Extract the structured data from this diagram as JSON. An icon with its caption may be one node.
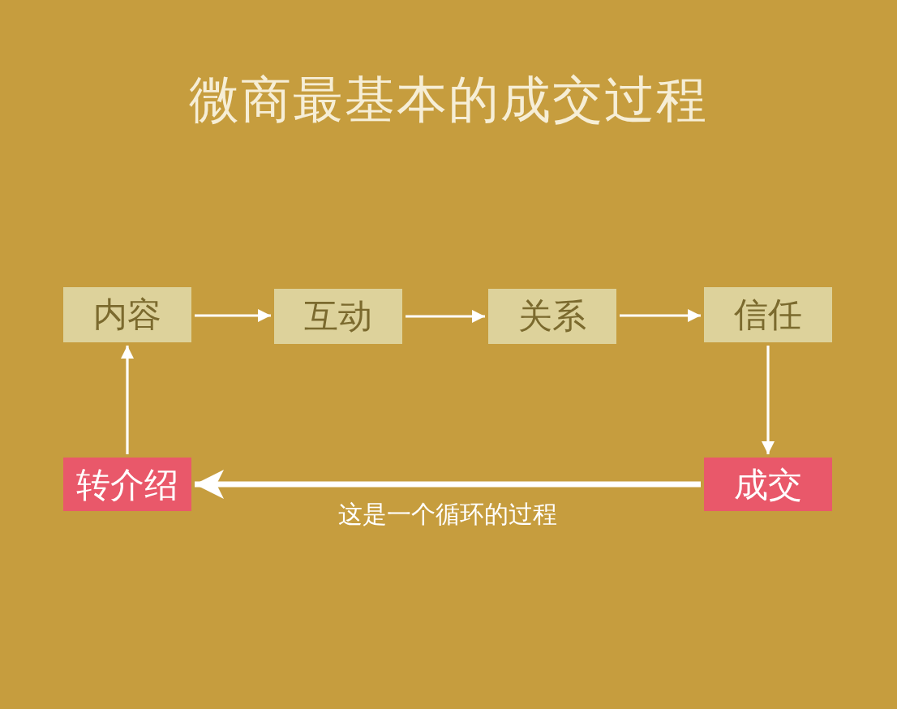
{
  "diagram": {
    "title": "微商最基本的成交过程",
    "nodes": [
      {
        "text": [
          "内容"
        ]
      },
      {
        "text": [
          "互动"
        ]
      },
      {
        "text": [
          "关系"
        ]
      },
      {
        "text": [
          "信任"
        ]
      },
      {
        "text": [
          "成交"
        ]
      },
      {
        "text": [
          "转介绍"
        ]
      }
    ],
    "edges": [
      {
        "from": 0,
        "to": 1,
        "arrow": "to"
      },
      {
        "from": 1,
        "to": 2,
        "arrow": "to"
      },
      {
        "from": 2,
        "to": 3,
        "arrow": "to"
      },
      {
        "from": 3,
        "to": 4,
        "arrow": "to"
      },
      {
        "from": 4,
        "to": 5,
        "arrow": "to",
        "label": "这是一个循环的过程",
        "style": "thick"
      },
      {
        "from": 5,
        "to": 0,
        "arrow": "to"
      }
    ]
  }
}
